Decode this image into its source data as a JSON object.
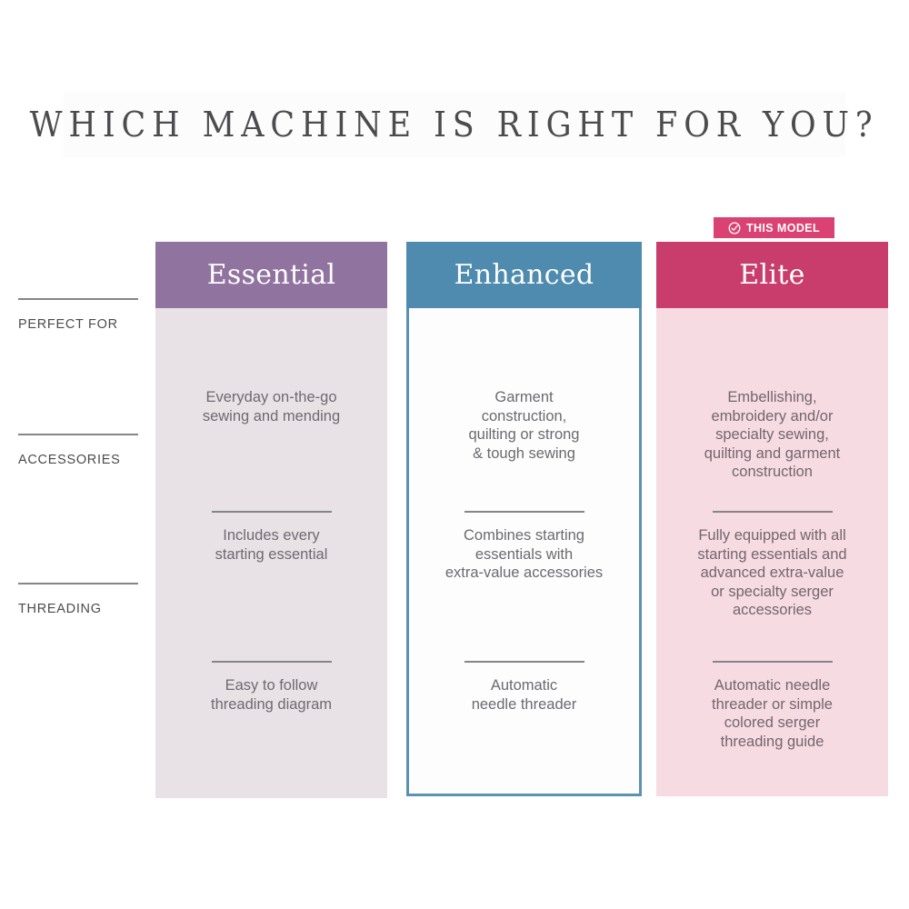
{
  "page": {
    "title": "WHICH MACHINE IS RIGHT FOR YOU?",
    "background_color": "#ffffff"
  },
  "badge": {
    "label": "THIS MODEL",
    "icon": "check-circle-icon",
    "background_color": "#da4273",
    "text_color": "#ffffff",
    "attached_to_column": "Elite"
  },
  "row_labels": [
    {
      "label": "PERFECT FOR"
    },
    {
      "label": "ACCESSORIES"
    },
    {
      "label": "THREADING"
    }
  ],
  "columns": [
    {
      "name": "Essential",
      "header_color": "#91739f",
      "body_color": "#e8e2e7",
      "cells": [
        "Everyday on-the-go\nsewing and mending",
        "Includes every\nstarting essential",
        "Easy to follow\nthreading diagram"
      ]
    },
    {
      "name": "Enhanced",
      "header_color": "#4f8bae",
      "body_color": "#fdfdfd",
      "border_color": "#5b92b3",
      "cells": [
        "Garment\nconstruction,\nquilting or strong\n& tough sewing",
        "Combines starting\nessentials with\nextra-value accessories",
        "Automatic\nneedle threader"
      ]
    },
    {
      "name": "Elite",
      "header_color": "#c83d6b",
      "body_color": "#f6dbe3",
      "cells": [
        "Embellishing,\nembroidery and/or\nspecialty sewing,\nquilting and garment\nconstruction",
        "Fully equipped with all\nstarting essentials and\nadvanced extra-value\nor specialty serger\naccessories",
        "Automatic needle\nthreader or simple\ncolored serger\nthreading guide"
      ]
    }
  ]
}
